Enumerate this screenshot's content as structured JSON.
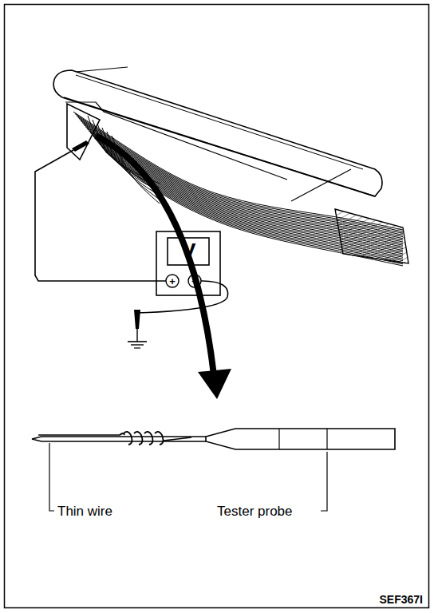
{
  "diagram": {
    "labels": [
      "V",
      "+",
      "−",
      "Thin wire",
      "Tester probe",
      "SEF367I"
    ]
  }
}
